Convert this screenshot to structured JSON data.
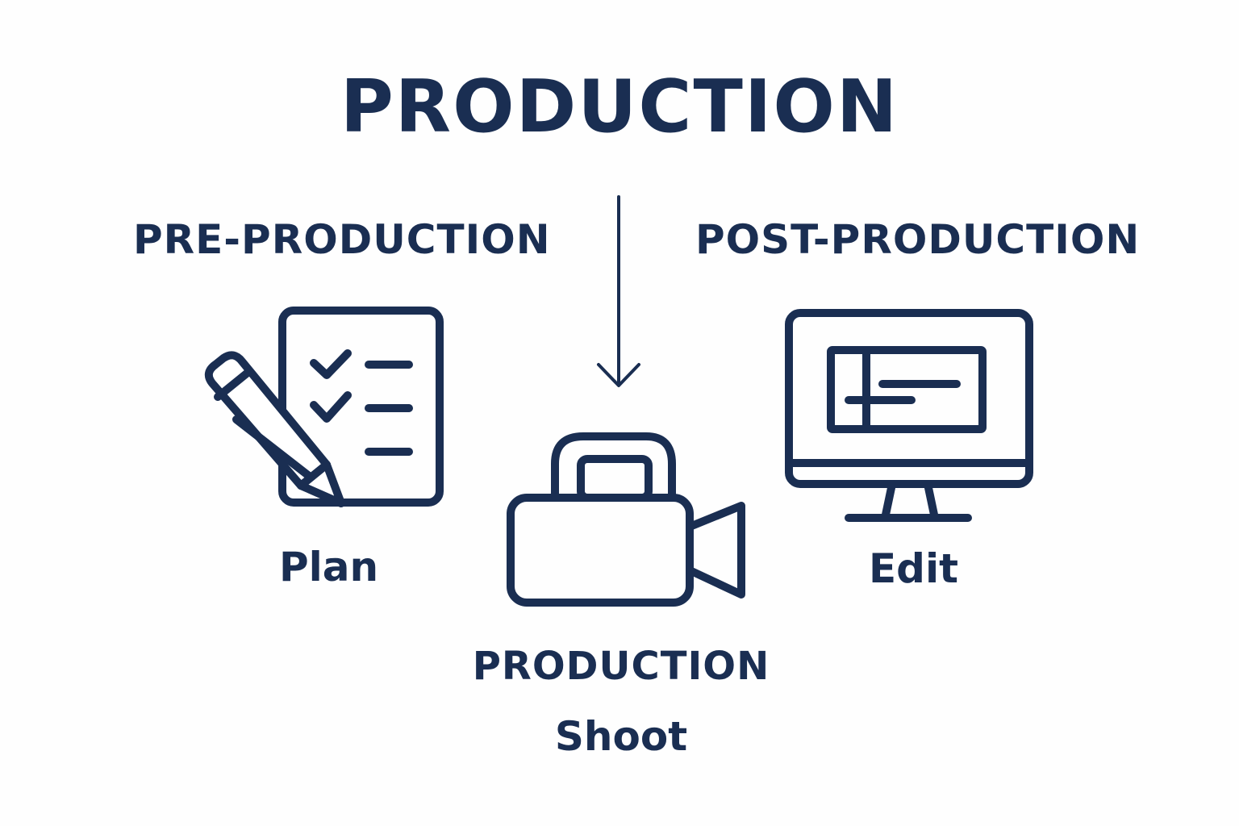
{
  "diagram": {
    "title": "PRODUCTION",
    "phases": {
      "pre": "PRE-PRODUCTION",
      "post": "POST-PRODUCTION",
      "production": "PRODUCTION"
    },
    "steps": {
      "plan": "Plan",
      "shoot": "Shoot",
      "edit": "Edit"
    },
    "icons": {
      "plan": "checklist-pencil-icon",
      "shoot": "video-camera-icon",
      "edit": "monitor-editor-icon",
      "flow": "down-arrow-icon"
    },
    "colors": {
      "ink": "#1a2e52",
      "background": "#fefefe"
    }
  }
}
